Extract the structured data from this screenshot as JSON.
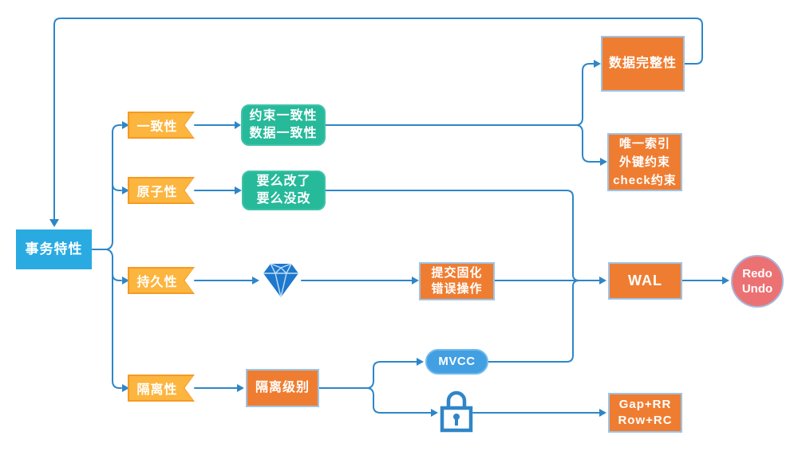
{
  "colors": {
    "line": "#2e86c8",
    "root_fill": "#29abe2",
    "banner_fill": "#fcb53f",
    "banner_border": "#f59a23",
    "teal_fill": "#26b99a",
    "orange_fill": "#ef7d31",
    "orange_border": "#9dc3e6",
    "pill_fill": "#419fe2",
    "circle_fill": "#ec7173"
  },
  "root": {
    "label": "事务特性"
  },
  "branches": [
    {
      "id": "consistency",
      "label": "一致性"
    },
    {
      "id": "atomicity",
      "label": "原子性"
    },
    {
      "id": "durability",
      "label": "持久性"
    },
    {
      "id": "isolation",
      "label": "隔离性"
    }
  ],
  "nodes": {
    "constraint_consistency": {
      "lines": [
        "约束一致性",
        "数据一致性"
      ]
    },
    "change_semantics": {
      "lines": [
        "要么改了",
        "要么没改"
      ]
    },
    "data_integrity": {
      "label": "数据完整性"
    },
    "constraints": {
      "lines": [
        "唯一索引",
        "外键约束",
        "check约束"
      ]
    },
    "commit": {
      "lines": [
        "提交固化",
        "错误操作"
      ]
    },
    "wal": {
      "label": "WAL"
    },
    "redo_undo": {
      "lines": [
        "Redo",
        "Undo"
      ]
    },
    "isolation_level": {
      "label": "隔离级别"
    },
    "mvcc": {
      "label": "MVCC"
    },
    "gap_row": {
      "lines": [
        "Gap+RR",
        "Row+RC"
      ]
    }
  },
  "icons": {
    "gem": "diamond-gem-icon",
    "lock": "lock-icon"
  }
}
